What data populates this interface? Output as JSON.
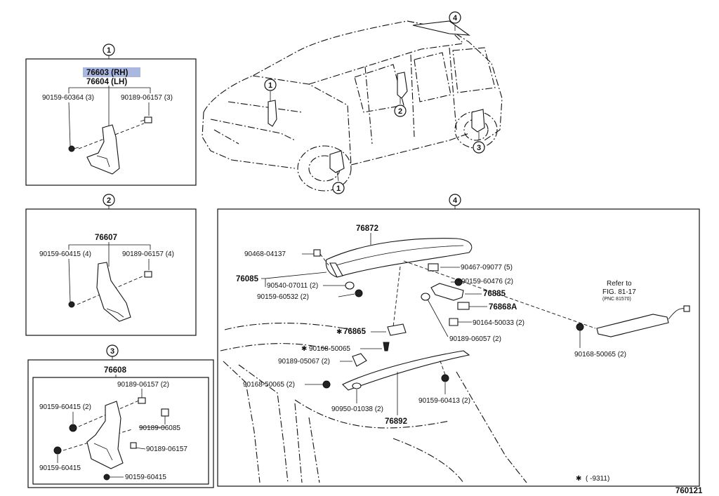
{
  "diagram_id": "760121",
  "section_labels": [
    "1",
    "2",
    "3",
    "4"
  ],
  "group1": {
    "main_parts": [
      "76603 (RH)",
      "76604 (LH)"
    ],
    "screw": "90159-60364 (3)",
    "clip": "90189-06157 (3)"
  },
  "group2": {
    "main_part": "76607",
    "screw": "90159-60415 (4)",
    "clip": "90189-06157 (4)"
  },
  "group3": {
    "main_part": "76608",
    "clip_top": "90189-06157 (2)",
    "screw_top": "90159-60415 (2)",
    "clip_right": "90189-06085",
    "clip_lower": "90189-06157",
    "screw_left": "90159-60415",
    "screw_bottom": "90159-60415"
  },
  "group4": {
    "spoiler": "76872",
    "cap": "90468-04137",
    "side_part": "76085",
    "tape": "90540-07011 (2)",
    "screw_a": "90159-60532 (2)",
    "clip_a": "90467-09077 (5)",
    "screw_b": "90159-60476 (2)",
    "bracket": "76885",
    "bracket_b": "76868A",
    "bolt": "90164-50033 (2)",
    "clip_b": "90189-06057 (2)",
    "marked_part": "76865",
    "marked_nut": "90168-50065",
    "clip_c": "90189-05067 (2)",
    "nut_left": "90168-50065 (2)",
    "grommet": "90950-01038 (2)",
    "screw_c": "90159-60413 (2)",
    "base": "76892",
    "nut_right": "90168-50065 (2)",
    "refer_line1": "Refer to",
    "refer_line2": "FIG. 81-17",
    "refer_line3": "(PNC 81570)",
    "mark_symbol": "✱",
    "footnote_mark": "✱",
    "footnote_range": "(      -9311)"
  }
}
